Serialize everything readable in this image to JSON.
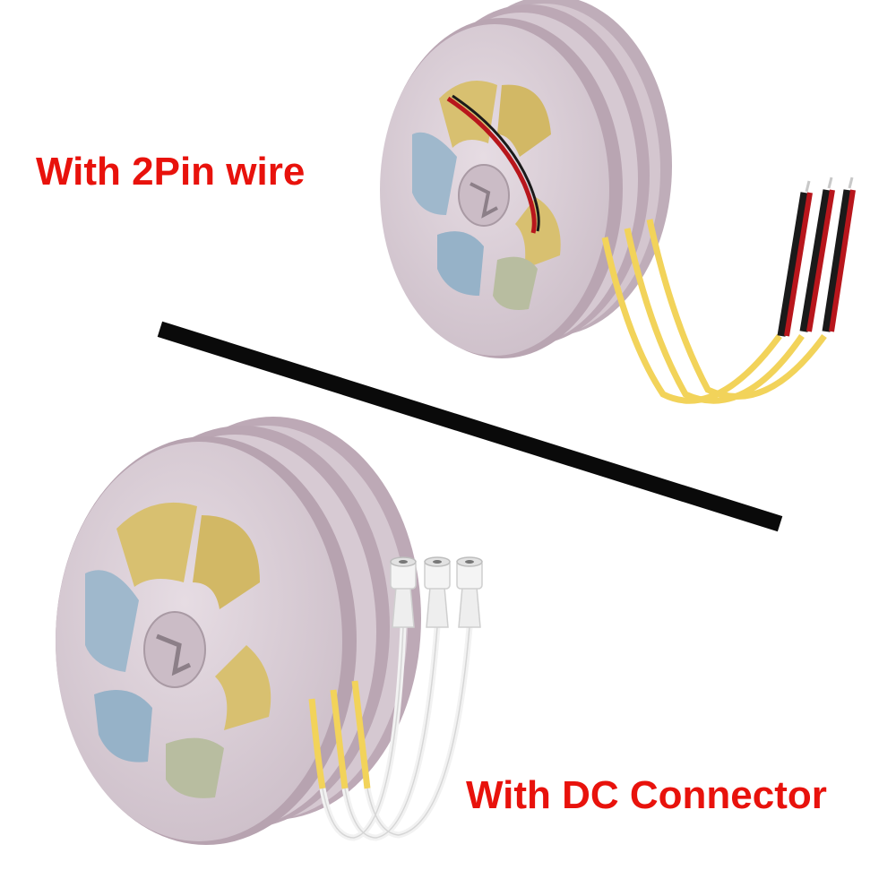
{
  "captions": {
    "top": "With 2Pin wire",
    "bottom": "With DC Connector"
  },
  "colors": {
    "caption_text": "#e8120c",
    "divider": "#0a0a0a",
    "reel_face": "#d9cdd6",
    "reel_shadow": "#bca9b6",
    "warm_tape": "#d8c070",
    "cool_tape": "#9fb8cc",
    "cob_strip": "#f2d35a",
    "wire_red": "#b8161c",
    "wire_black": "#1a1a1a",
    "dc_connector": "#f2f2f2"
  },
  "products": [
    {
      "name": "reel-set-2pin-wire",
      "reels": 3,
      "lead_type": "2pin-wire"
    },
    {
      "name": "reel-set-dc-connector",
      "reels": 3,
      "lead_type": "dc-female-connector"
    }
  ]
}
